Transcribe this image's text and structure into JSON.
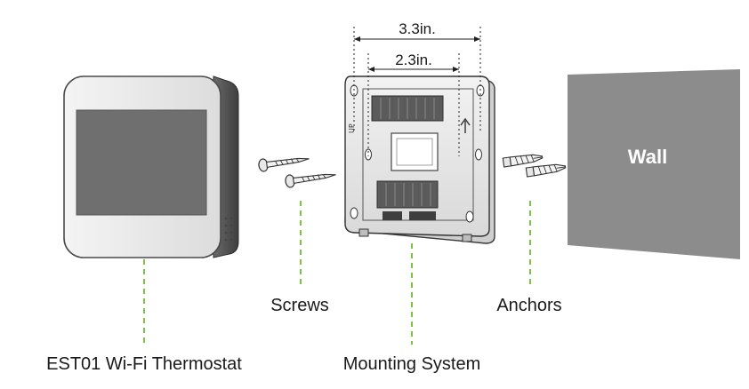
{
  "dimensions": {
    "outer": "3.3in.",
    "inner": "2.3in."
  },
  "labels": {
    "thermostat": "EST01 Wi-Fi Thermostat",
    "screws": "Screws",
    "mounting": "Mounting System",
    "anchors": "Anchors",
    "wall": "Wall"
  },
  "plate_marks": {
    "up_text": "UP"
  },
  "colors": {
    "leader": "#7dc242",
    "wall": "#8c8c8c",
    "screen": "#6f6f6f",
    "dim_line": "#222222"
  },
  "icons": [
    "screw-icon",
    "anchor-icon",
    "up-arrow-icon"
  ]
}
